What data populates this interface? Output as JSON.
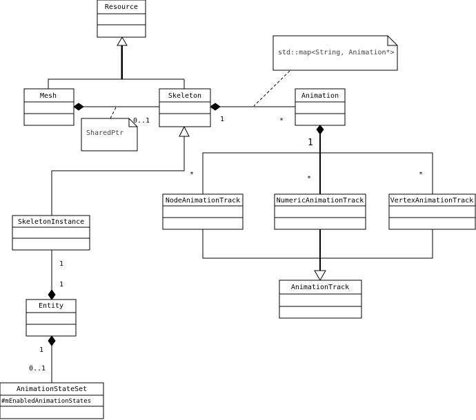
{
  "classes": {
    "resource": {
      "name": "Resource"
    },
    "mesh": {
      "name": "Mesh"
    },
    "skeleton": {
      "name": "Skeleton"
    },
    "animation": {
      "name": "Animation"
    },
    "skeleton_instance": {
      "name": "SkeletonInstance"
    },
    "node_track": {
      "name": "NodeAnimationTrack"
    },
    "numeric_track": {
      "name": "NumericAnimationTrack"
    },
    "vertex_track": {
      "name": "VertexAnimationTrack"
    },
    "animation_track": {
      "name": "AnimationTrack"
    },
    "entity": {
      "name": "Entity"
    },
    "animation_state_set": {
      "name": "AnimationStateSet",
      "attribute": "#mEnabledAnimationStates"
    }
  },
  "notes": {
    "map_note": "std::map<String, Animation*>",
    "shared_ptr_note": "SharedPtr"
  },
  "multiplicities": {
    "mesh_skeleton": "0..1",
    "skeleton_anim_one": "1",
    "skeleton_anim_many": "*",
    "anim_tracks_one": "1",
    "node_many": "*",
    "numeric_many": "*",
    "vertex_many": "*",
    "instance_entity_top": "1",
    "instance_entity_bottom": "1",
    "entity_state_one": "1",
    "entity_state_opt": "0..1"
  }
}
